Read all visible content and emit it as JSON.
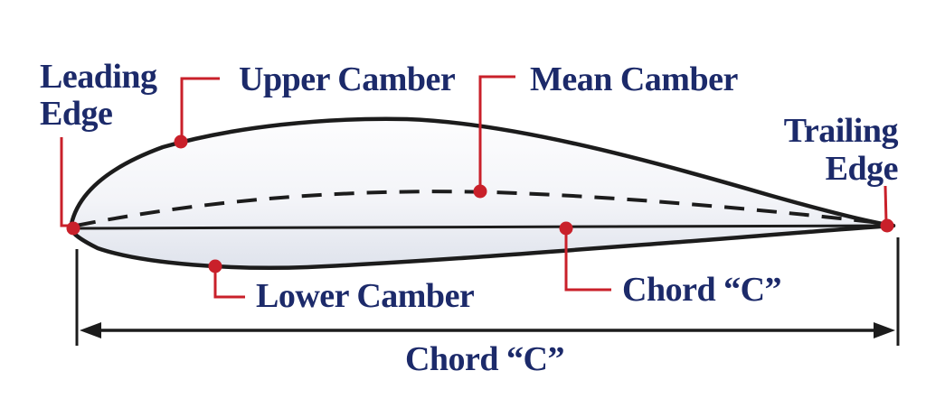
{
  "diagram": {
    "name": "Airfoil cross-section with labeled parts",
    "type": "labeled-diagram",
    "colors": {
      "label_text": "#1c2a6a",
      "leader": "#c9202a",
      "line": "#1c1c1c"
    },
    "labels": {
      "leading_edge_line1": "Leading",
      "leading_edge_line2": "Edge",
      "upper_camber": "Upper Camber",
      "mean_camber": "Mean Camber",
      "trailing_edge_line1": "Trailing",
      "trailing_edge_line2": "Edge",
      "lower_camber": "Lower Camber",
      "chord_callout": "Chord “C”",
      "chord_dimension": "Chord “C”"
    }
  }
}
